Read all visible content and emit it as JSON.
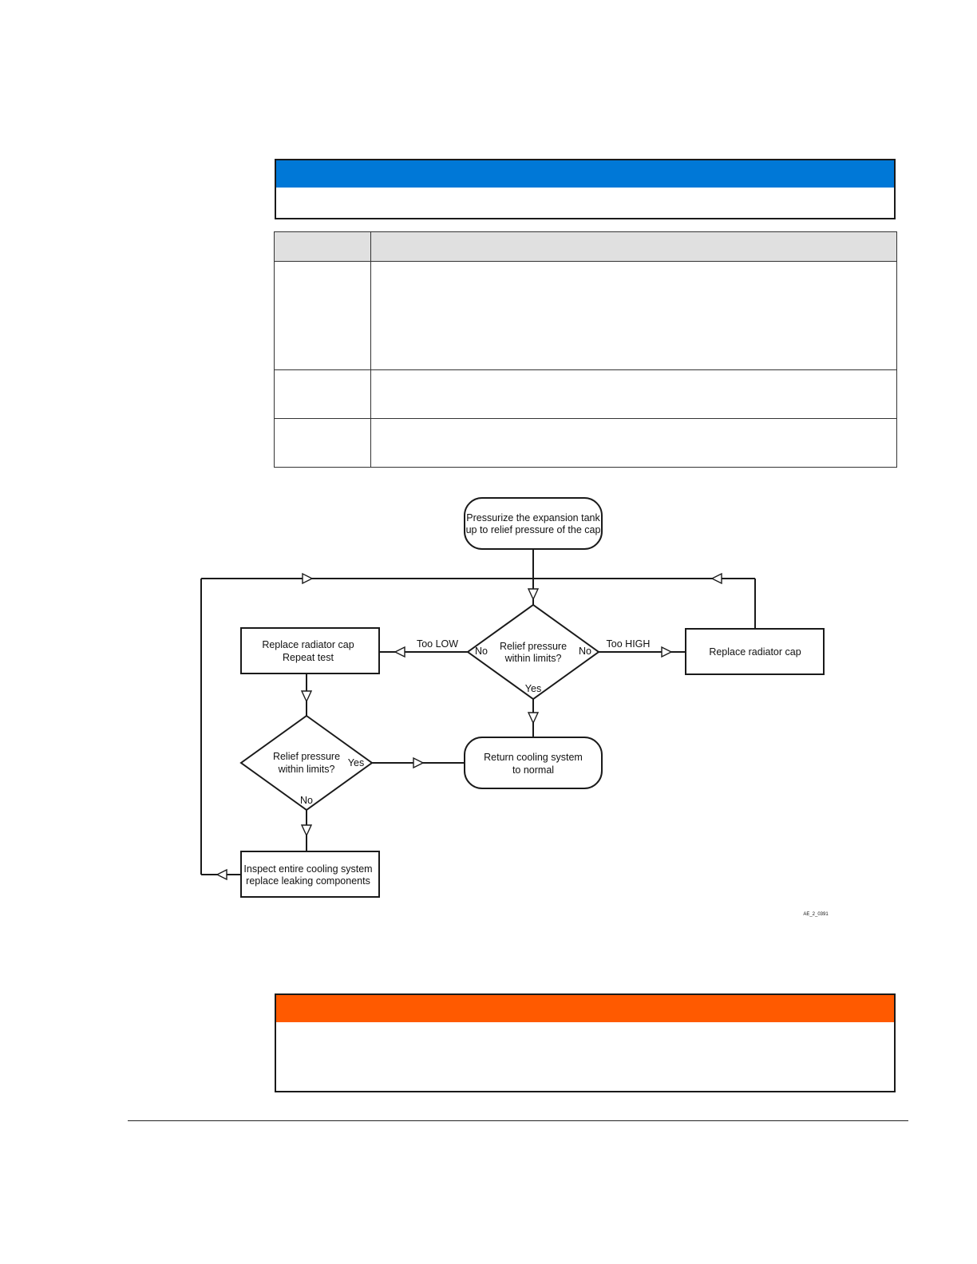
{
  "colors": {
    "info_bar": "#0078d7",
    "warning_bar": "#ff5a00",
    "table_header": "#e0e0e0",
    "line": "#1a1a1a"
  },
  "flowchart": {
    "start": {
      "line1": "Pressurize the expansion tank",
      "line2": "up to relief pressure of the cap"
    },
    "decision_main": {
      "line1": "Relief pressure",
      "line2": "within limits?",
      "left": "No",
      "right": "No",
      "bottom": "Yes"
    },
    "label_too_low": "Too LOW",
    "label_too_high": "Too HIGH",
    "replace_repeat": {
      "line1": "Replace radiator cap",
      "line2": "Repeat test"
    },
    "replace_cap": {
      "line1": "Replace radiator cap"
    },
    "decision_second": {
      "line1": "Relief pressure",
      "line2": "within limits?",
      "right": "Yes",
      "bottom": "No"
    },
    "return_normal": {
      "line1": "Return cooling system",
      "line2": "to normal"
    },
    "inspect": {
      "line1": "Inspect entire cooling system",
      "line2": "replace leaking components"
    },
    "figure_id": "AE_2_0391"
  }
}
